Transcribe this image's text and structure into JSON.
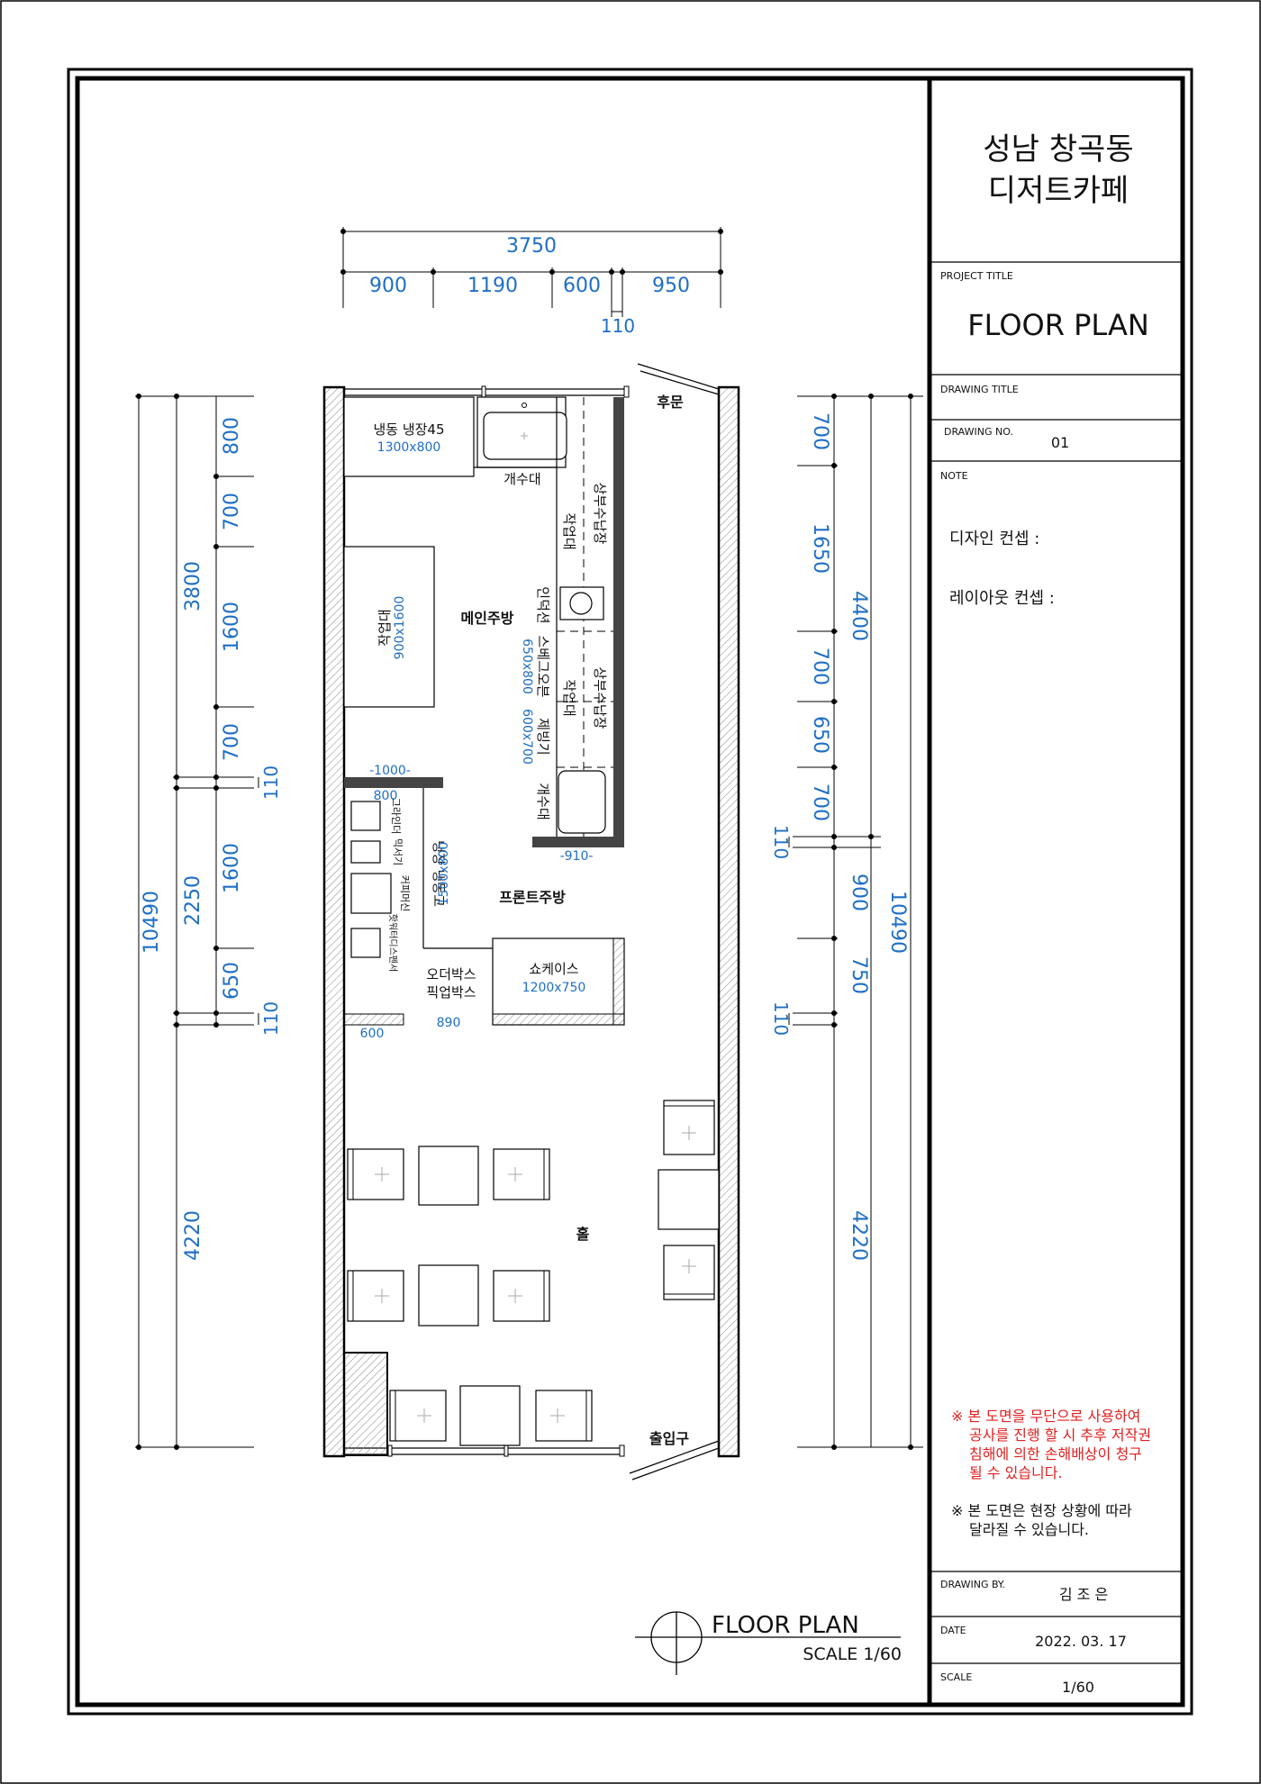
{
  "title_block": {
    "project_name_line1": "성남 창곡동",
    "project_name_line2": "디저트카페",
    "project_title_caption": "PROJECT TITLE",
    "project_title": "FLOOR PLAN",
    "drawing_title_caption": "DRAWING TITLE",
    "drawing_no_caption": "DRAWING NO.",
    "drawing_no": "01",
    "note_caption": "NOTE",
    "design_concept_label": "디자인 컨셉 :",
    "layout_concept_label": "레이아웃 컨셉 :",
    "warning_note": [
      "※ 본 도면을 무단으로 사용하여",
      "공사를 진행 할 시 추후 저작권",
      "침해에 의한 손해배상이 청구",
      "될 수 있습니다."
    ],
    "site_note": [
      "※ 본 도면은 현장 상황에 따라",
      "달라질 수 있습니다."
    ],
    "drawing_by_caption": "DRAWING BY.",
    "drawing_by": "김 조 은",
    "date_caption": "DATE",
    "date": "2022. 03. 17",
    "scale_caption": "SCALE",
    "scale": "1/60",
    "warning_color": "#e02020"
  },
  "plan_caption": {
    "title": "FLOOR PLAN",
    "scale": "SCALE 1/60"
  },
  "dimensions": {
    "top_total": "3750",
    "top": [
      "900",
      "1190",
      "600",
      "950"
    ],
    "top_gap": "110",
    "left_total": "10490",
    "left_mid": [
      "3800",
      "2250",
      "4220"
    ],
    "left_inner": [
      "800",
      "700",
      "1600",
      "700",
      "110",
      "1600",
      "650",
      "110"
    ],
    "right_total": "10490",
    "right_mid": "4400",
    "right_inner": [
      "700",
      "1650",
      "700",
      "650",
      "700",
      "110",
      "900",
      "750",
      "110",
      "4220"
    ],
    "dimension_color": "#1f6fc4"
  },
  "rooms": {
    "back_door": "후문",
    "entrance": "출입구",
    "main_kitchen": "메인주방",
    "front_kitchen": "프론트주방",
    "hall": "홀"
  },
  "fixtures": {
    "freezer_fridge": "냉동 냉장45",
    "freezer_fridge_size": "1300x800",
    "sink_top": "개수대",
    "worktable_center": "작업대",
    "worktable_center_size": "900x1600",
    "upper_cabinet_1": "상부수납장",
    "worktable_right_1": "작업대",
    "induction": "인덕션",
    "combi_oven": "스베그오븐",
    "combi_oven_size": "650x800",
    "upper_cabinet_2": "상부수납장",
    "worktable_right_2": "작업대",
    "ice_machine": "제빙기",
    "ice_machine_size": "600x700",
    "sink_bottom": "개수대",
    "width_1000": "-1000-",
    "width_800": "800",
    "width_910": "-910-",
    "grinder": "그라인더",
    "mixer": "믹서기",
    "coffee_machine": "커피머신",
    "hot_water_dispenser": "핫워터디스펜서",
    "reach_in_fridge": "냉장 냉동고",
    "reach_in_fridge_size": "1500x800",
    "order_box": "오더박스",
    "pickup_box": "픽업박스",
    "showcase": "쇼케이스",
    "showcase_size": "1200x750",
    "width_600": "600",
    "width_890": "890"
  }
}
